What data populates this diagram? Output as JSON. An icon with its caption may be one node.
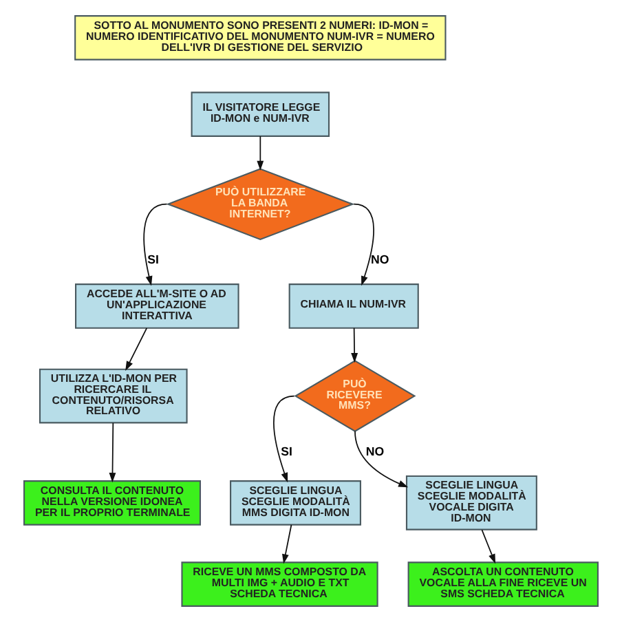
{
  "diagram": {
    "nodes": [
      {
        "text": [
          "SOTTO AL MONUMENTO SONO PRESENTI 2 NUMERI: ID-MON = NUMERO IDENTIFICATIVO DEL MONUMENTO NUM-IVR = NUMERO DELL'IVR DI GESTIONE DEL SERVIZIO"
        ]
      },
      {
        "text": [
          "IL VISITATORE LEGGE ID-MON e NUM-IVR"
        ]
      },
      {
        "text": [
          "PUÒ UTILIZZARE LA BANDA INTERNET?"
        ]
      },
      {
        "text": [
          "ACCEDE ALL'M-SITE O AD UN'APPLICAZIONE INTERATTIVA"
        ]
      },
      {
        "text": [
          "CHIAMA IL NUM-IVR"
        ]
      },
      {
        "text": [
          "UTILIZZA L'ID-MON PER RICERCARE IL CONTENUTO/RISORSA RELATIVO"
        ]
      },
      {
        "text": [
          "PUÒ RICEVERE MMS?"
        ]
      },
      {
        "text": [
          "SCEGLIE LINGUA SCEGLIE MODALITÀ MMS DIGITA ID-MON"
        ]
      },
      {
        "text": [
          "CONSULTA IL CONTENUTO NELLA VERSIONE IDONEA PER IL PROPRIO TERMINALE"
        ]
      },
      {
        "text": [
          "SCEGLIE LINGUA SCEGLIE MODALITÀ VOCALE DIGITA ID-MON"
        ]
      },
      {
        "text": [
          "RICEVE UN MMS COMPOSTO DA MULTI IMG + AUDIO E TXT SCHEDA TECNICA"
        ]
      },
      {
        "text": [
          "ASCOLTA UN CONTENUTO VOCALE ALLA FINE RICEVE UN SMS SCHEDA TECNICA"
        ]
      }
    ],
    "edges": [
      {
        "from": 1,
        "to": 2,
        "arrow": "to"
      },
      {
        "from": 2,
        "to": 3,
        "arrow": "to",
        "label": "SI"
      },
      {
        "from": 2,
        "to": 4,
        "arrow": "to",
        "label": "NO"
      },
      {
        "from": 3,
        "to": 5,
        "arrow": "to"
      },
      {
        "from": 5,
        "to": 8,
        "arrow": "to"
      },
      {
        "from": 4,
        "to": 6,
        "arrow": "to"
      },
      {
        "from": 6,
        "to": 7,
        "arrow": "to",
        "label": "SI"
      },
      {
        "from": 6,
        "to": 9,
        "arrow": "to",
        "label": "NO"
      },
      {
        "from": 7,
        "to": 10,
        "arrow": "to"
      },
      {
        "from": 9,
        "to": 11,
        "arrow": "to"
      }
    ]
  }
}
